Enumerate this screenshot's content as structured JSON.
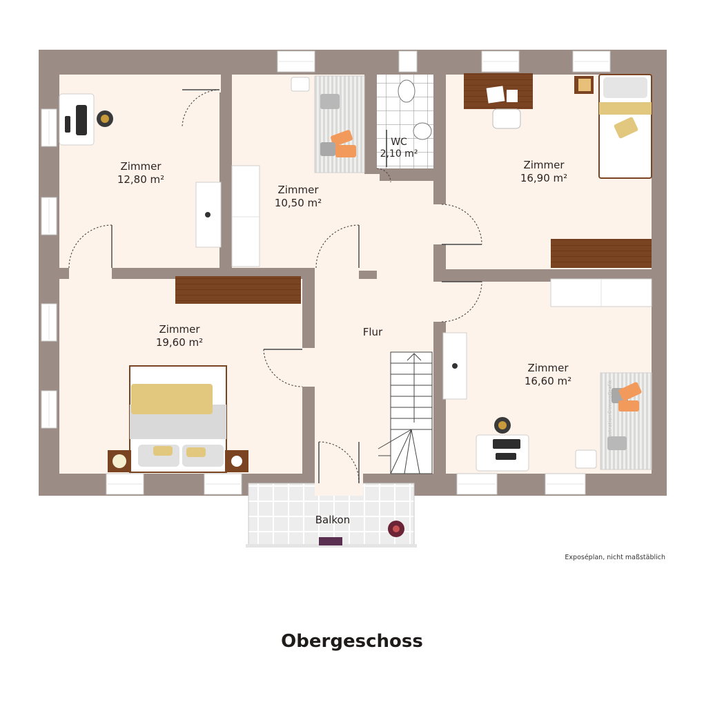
{
  "plan": {
    "title": "Obergeschoss",
    "note": "Exposéplan, nicht maßstäblich",
    "credit": "illustration©immoGrafik",
    "colors": {
      "wall": "#9c8c86",
      "floor": "#fdf3ea",
      "window": "#ffffff",
      "tile": "#e8e8e8",
      "wood": "#7a4422",
      "accent_orange": "#f29a5c",
      "accent_yellow": "#e2c87e"
    }
  },
  "rooms": [
    {
      "name": "Zimmer",
      "area": "12,80 m²"
    },
    {
      "name": "Zimmer",
      "area": "10,50 m²"
    },
    {
      "name": "WC",
      "area": "2,10 m²"
    },
    {
      "name": "Zimmer",
      "area": "16,90 m²"
    },
    {
      "name": "Zimmer",
      "area": "19,60 m²"
    },
    {
      "name": "Flur",
      "area": ""
    },
    {
      "name": "Zimmer",
      "area": "16,60 m²"
    },
    {
      "name": "Balkon",
      "area": ""
    }
  ]
}
